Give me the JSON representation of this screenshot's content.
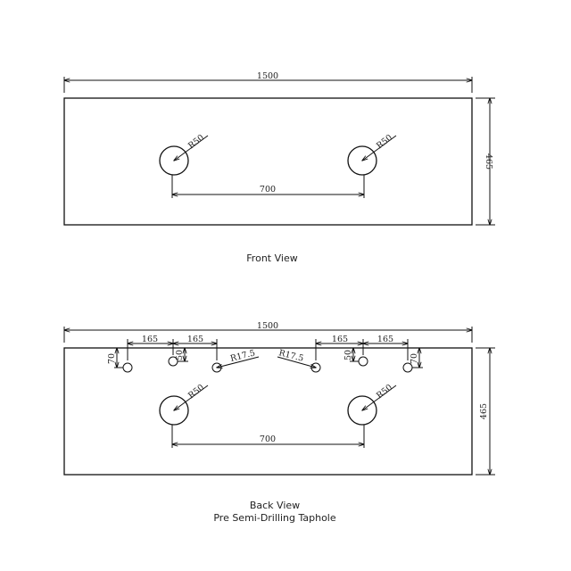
{
  "front_view": {
    "caption": "Front View",
    "width_label": "1500",
    "height_label": "465",
    "radius_left": "R50",
    "radius_right": "R50",
    "spacing_label": "700"
  },
  "back_view": {
    "caption_line1": "Back View",
    "caption_line2": "Pre Semi-Drilling Taphole",
    "width_label": "1500",
    "height_label": "465",
    "radius_left": "R50",
    "radius_right": "R50",
    "spacing_label": "700",
    "left_offset_1": "165",
    "left_offset_2": "165",
    "right_offset_1": "165",
    "right_offset_2": "165",
    "left_depth_outer": "70",
    "left_depth_inner": "50",
    "right_depth_inner": "50",
    "right_depth_outer": "70",
    "small_radius_left": "R17.5",
    "small_radius_right": "R17.5"
  }
}
